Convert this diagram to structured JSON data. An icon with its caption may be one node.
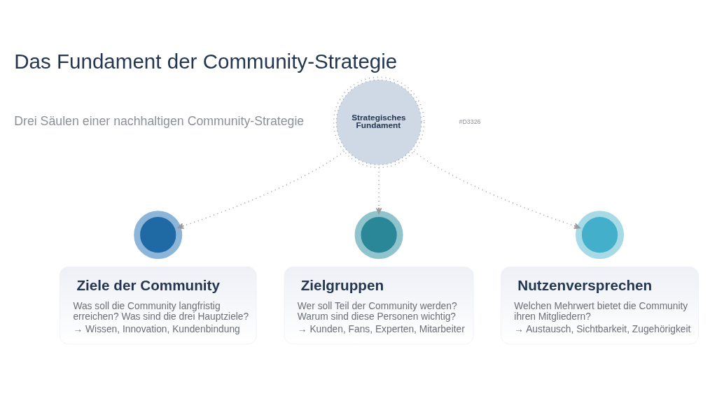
{
  "diagram": {
    "title": "Das Fundament der Community-Strategie",
    "nodes": [
      {
        "text": [
          "Strategisches Fundament"
        ]
      },
      {
        "text": [],
        "shape": "circle"
      },
      {
        "text": [
          "Ziele der Community",
          "Was soll die Community langfristig erreichen? Was sind die drei Hauptziele?",
          "→ Wissen, Innovation, Kundenbindung"
        ]
      },
      {
        "text": [],
        "shape": "circle"
      },
      {
        "text": [
          "Zielgruppen",
          "Wer soll Teil der Community werden? Warum sind diese Personen wichtig?",
          "→ Kunden, Fans, Experten, Mitarbeiter"
        ]
      },
      {
        "text": [],
        "shape": "circle"
      },
      {
        "text": [
          "Nutzenversprechen",
          "Welchen Mehrwert bietet die Community ihren Mitgliedern?",
          "→ Austausch, Sichtbarkeit, Zugehörigkeit"
        ]
      }
    ],
    "edges": [
      {
        "from": 0,
        "to": 1,
        "arrow": "to"
      },
      {
        "from": 0,
        "to": 3,
        "arrow": "to"
      },
      {
        "from": 0,
        "to": 5,
        "arrow": "to"
      }
    ],
    "labels": [
      "#D3326",
      "Drei Säulen einer nachhaltigen Community-Strategie"
    ]
  }
}
